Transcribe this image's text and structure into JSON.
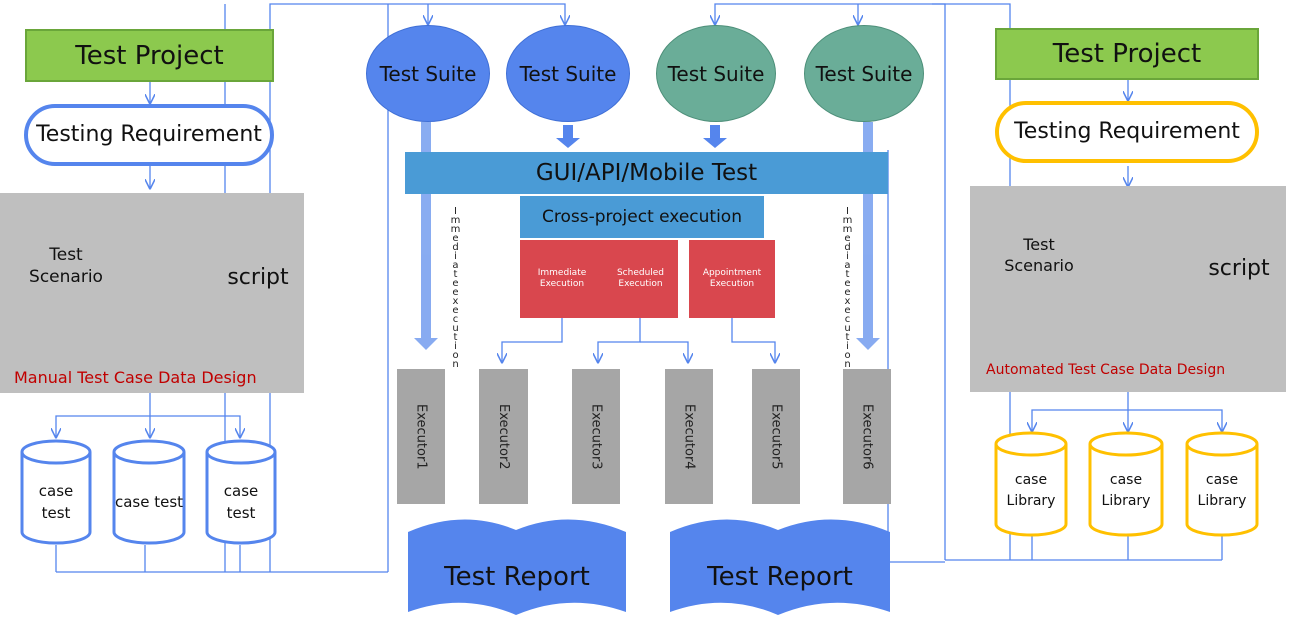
{
  "left": {
    "project": "Test Project",
    "requirement": "Testing Requirement",
    "scenario": "Test Scenario",
    "script": "script",
    "design_label": "Manual Test Case Data Design",
    "cylinders": [
      "case test",
      "case test",
      "case test"
    ]
  },
  "right": {
    "project": "Test Project",
    "requirement": "Testing Requirement",
    "scenario": "Test Scenario",
    "script": "script",
    "design_label": "Automated Test Case Data Design",
    "cylinders": [
      "case Library",
      "case Library",
      "case Library"
    ]
  },
  "center": {
    "suites": [
      "Test Suite",
      "Test Suite",
      "Test Suite",
      "Test Suite"
    ],
    "band": "GUI/API/Mobile Test",
    "cross": "Cross-project execution",
    "exec_types": [
      "Immediate Execution",
      "Scheduled Execution",
      "Appointment Execution"
    ],
    "side_label": "Immediateexecution",
    "executors": [
      "Executor1",
      "Executor2",
      "Executor3",
      "Executor4",
      "Executor5",
      "Executor6"
    ],
    "reports": [
      "Test Report",
      "Test Report"
    ]
  },
  "colors": {
    "blue": "#5585ed",
    "teal": "#6aad98",
    "green": "#8cc94e",
    "yellow": "#ffc000",
    "red": "#d9474e",
    "band": "#4a9bd6",
    "gray": "#bfbfbf",
    "label_red": "#c00000"
  }
}
